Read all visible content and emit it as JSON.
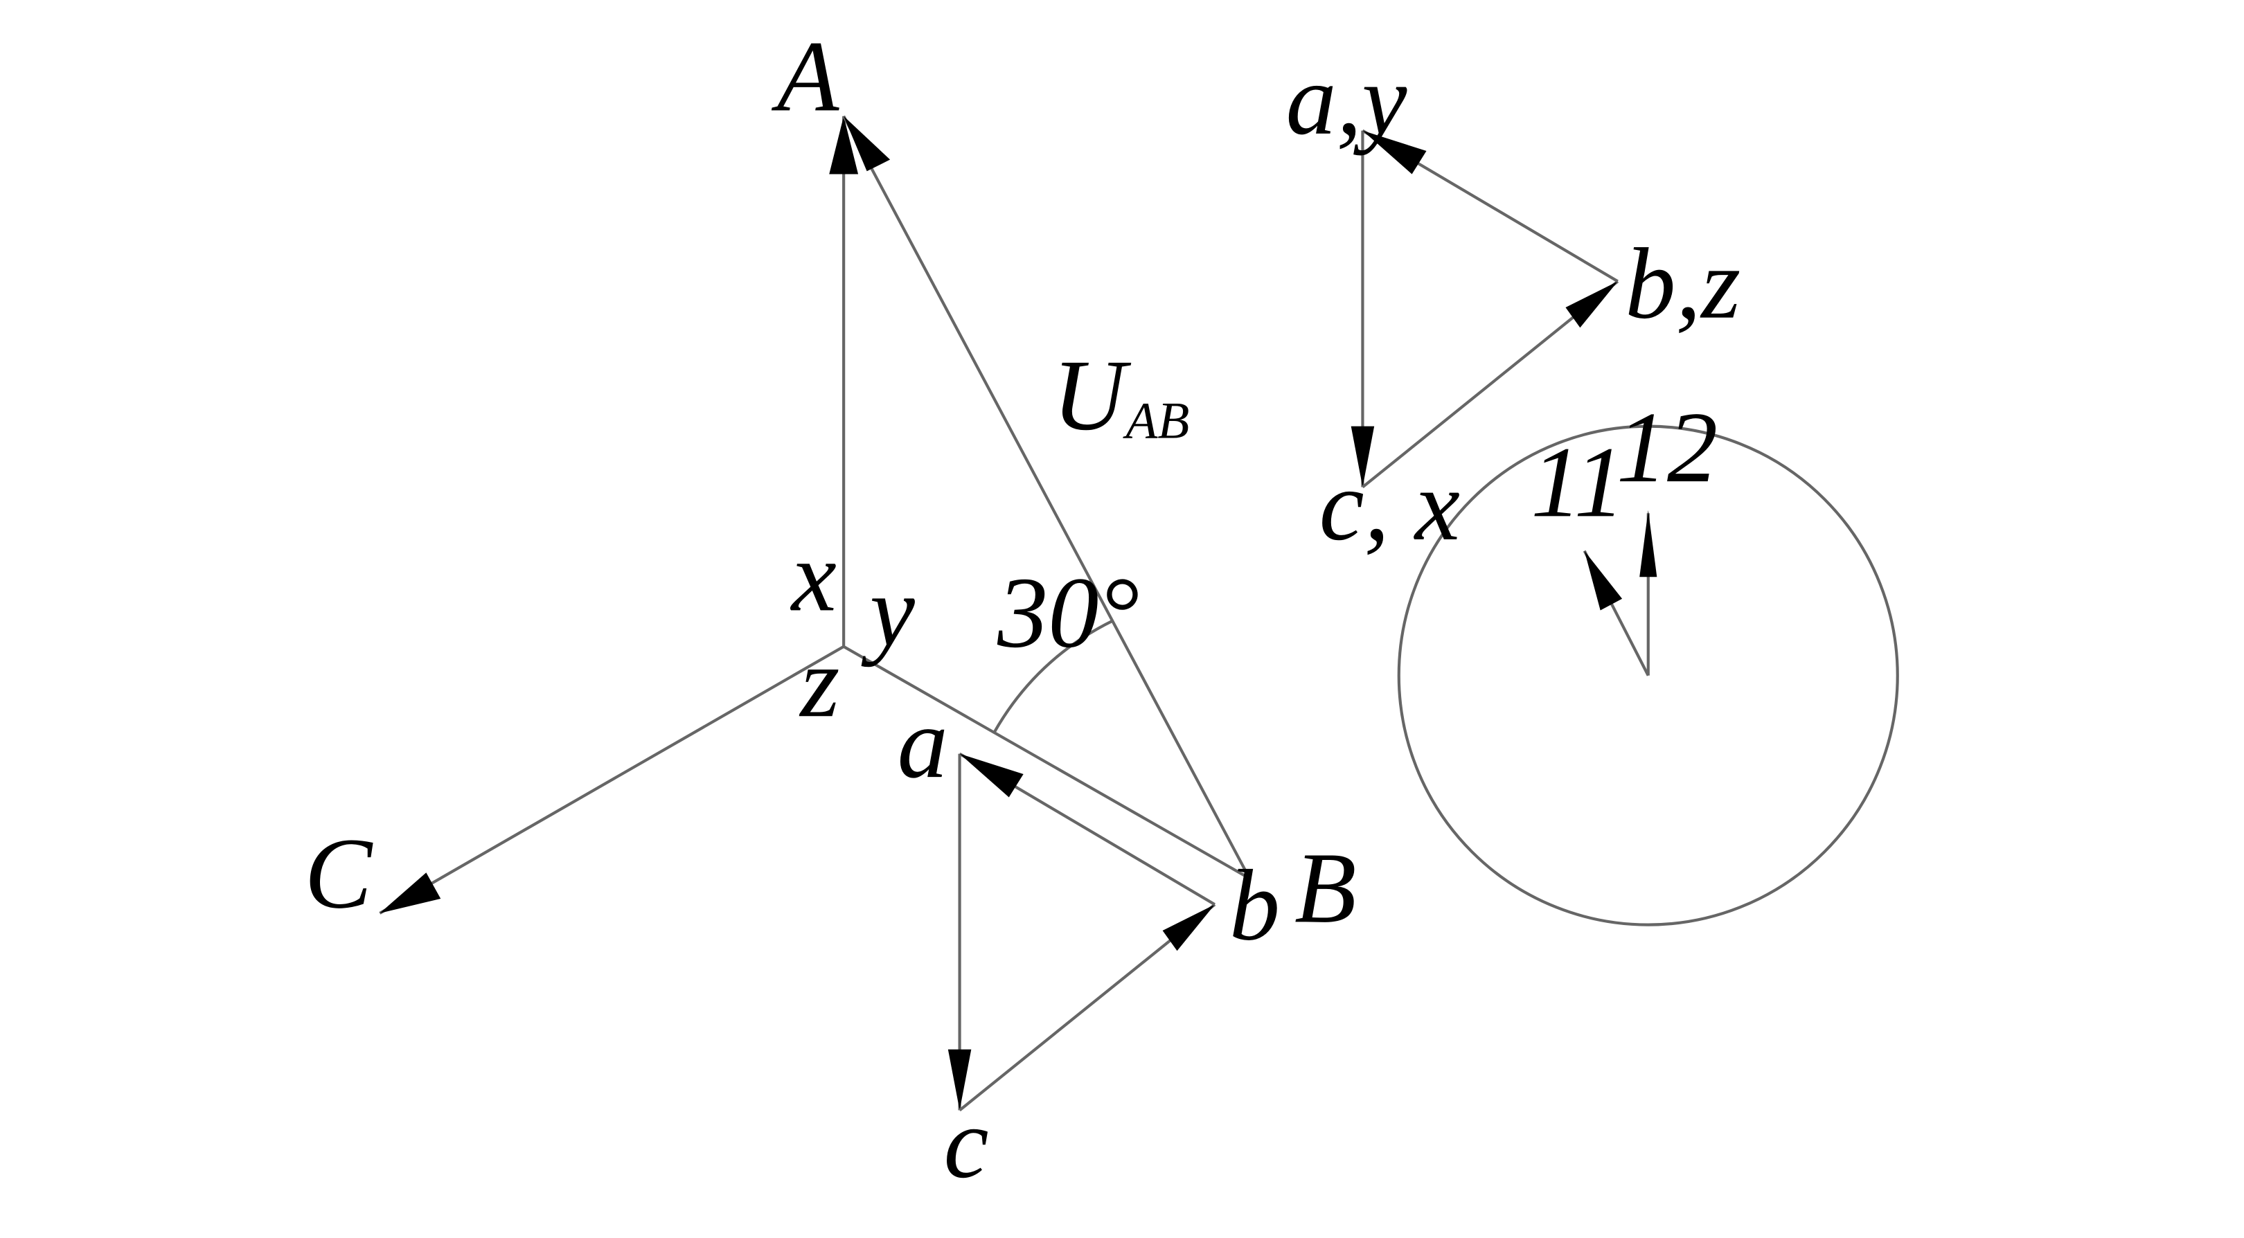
{
  "colors": {
    "line": "#666666",
    "arrow": "#000000",
    "text": "#000000",
    "background": "#ffffff"
  },
  "labels": {
    "A": "A",
    "B": "B",
    "C": "C",
    "x": "x",
    "y": "y",
    "z": "z",
    "a": "a",
    "b": "b",
    "c": "c",
    "U": "U",
    "U_sub": "AB",
    "angle": "30°",
    "ay": "a,y",
    "bz": "b,z",
    "cx": "c, x",
    "clock11": "11",
    "clock12": "12"
  }
}
